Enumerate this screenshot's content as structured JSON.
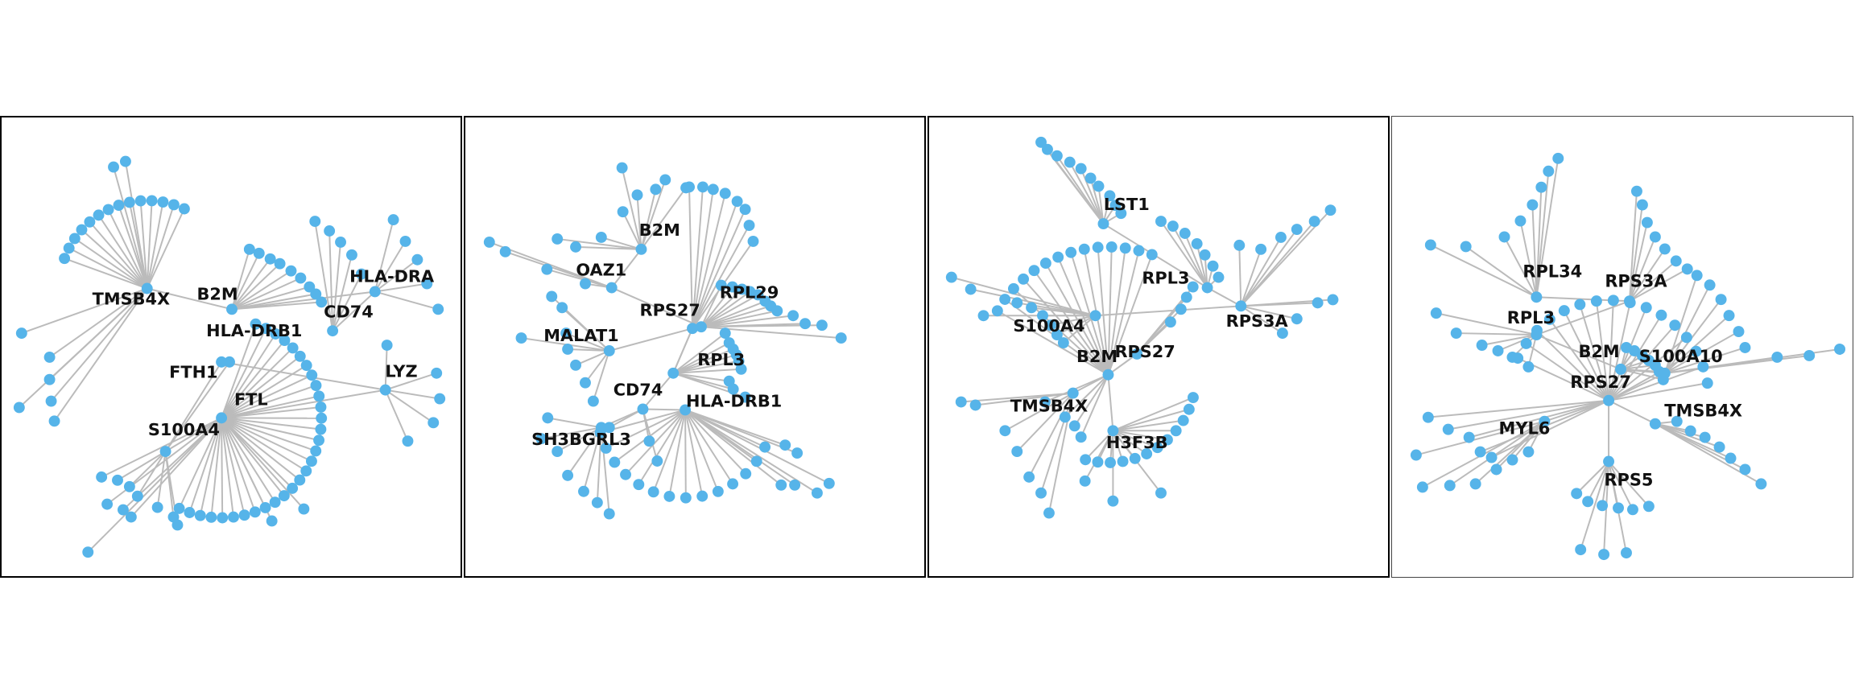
{
  "colors": {
    "node": "#56b4e9",
    "edge": "#bbbbbb",
    "border": "#000000",
    "text": "#111111"
  },
  "panels": [
    {
      "id": "panel-1",
      "hubs": [
        "TMSB4X",
        "B2M",
        "HLA-DRA",
        "CD74",
        "HLA-DRB1",
        "FTH1",
        "LYZ",
        "FTL",
        "S100A4"
      ]
    },
    {
      "id": "panel-2",
      "hubs": [
        "B2M",
        "OAZ1",
        "RPL29",
        "RPS27",
        "MALAT1",
        "RPL3",
        "CD74",
        "HLA-DRB1",
        "SH3BGRL3"
      ]
    },
    {
      "id": "panel-3",
      "hubs": [
        "LST1",
        "RPL3",
        "RPS3A",
        "S100A4",
        "RPS27",
        "B2M",
        "TMSB4X",
        "H3F3B"
      ]
    },
    {
      "id": "panel-4",
      "hubs": [
        "RPL34",
        "RPS3A",
        "RPL3",
        "B2M",
        "S100A10",
        "RPS27",
        "TMSB4X",
        "MYL6",
        "RPS5"
      ]
    }
  ]
}
